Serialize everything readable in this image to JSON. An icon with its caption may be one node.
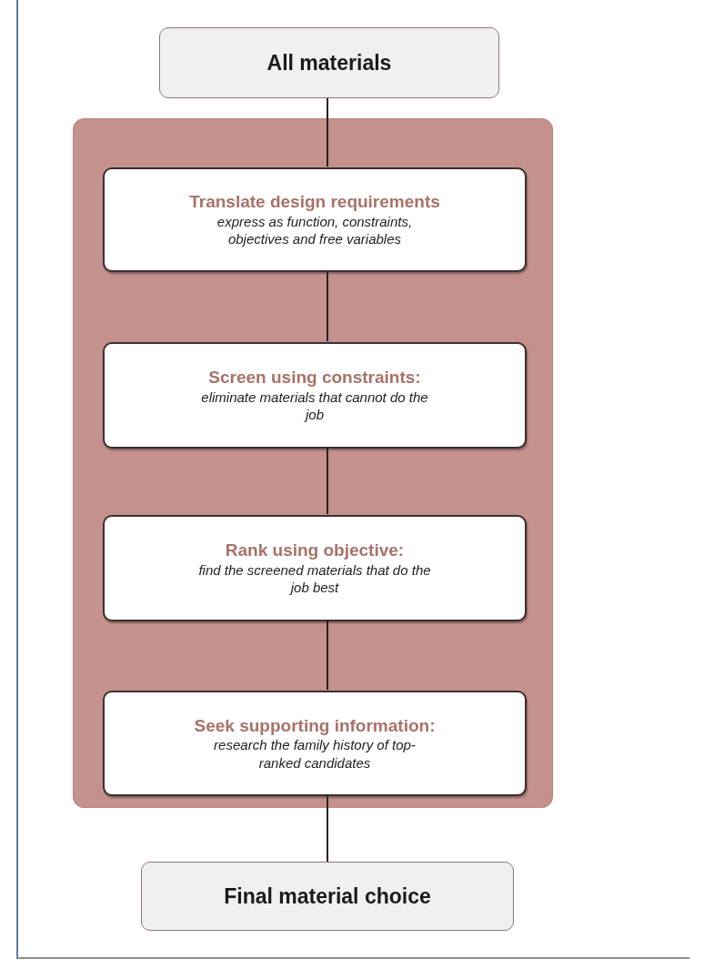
{
  "diagram": {
    "nodes": [
      {
        "text": [
          "All materials"
        ]
      },
      {
        "text": [],
        "shape": "box"
      },
      {
        "text": [
          "Translate design requirements",
          "express as function, constraints, objectives and free variables"
        ],
        "in": 1
      },
      {
        "text": [
          "Screen using constraints:",
          "eliminate materials that cannot do the job"
        ],
        "in": 1
      },
      {
        "text": [
          "Rank using objective:",
          "find the screened materials that do the job best"
        ],
        "in": 1
      },
      {
        "text": [
          "Seek supporting information:",
          "research the family history of top-ranked candidates"
        ],
        "in": 1
      },
      {
        "text": [
          "Final material choice"
        ]
      }
    ],
    "edges": [
      {
        "from": 0,
        "to": 2,
        "arrow": "none"
      },
      {
        "from": 2,
        "to": 3,
        "arrow": "none"
      },
      {
        "from": 3,
        "to": 4,
        "arrow": "none"
      },
      {
        "from": 4,
        "to": 5,
        "arrow": "none"
      },
      {
        "from": 5,
        "to": 6,
        "arrow": "none"
      }
    ]
  }
}
